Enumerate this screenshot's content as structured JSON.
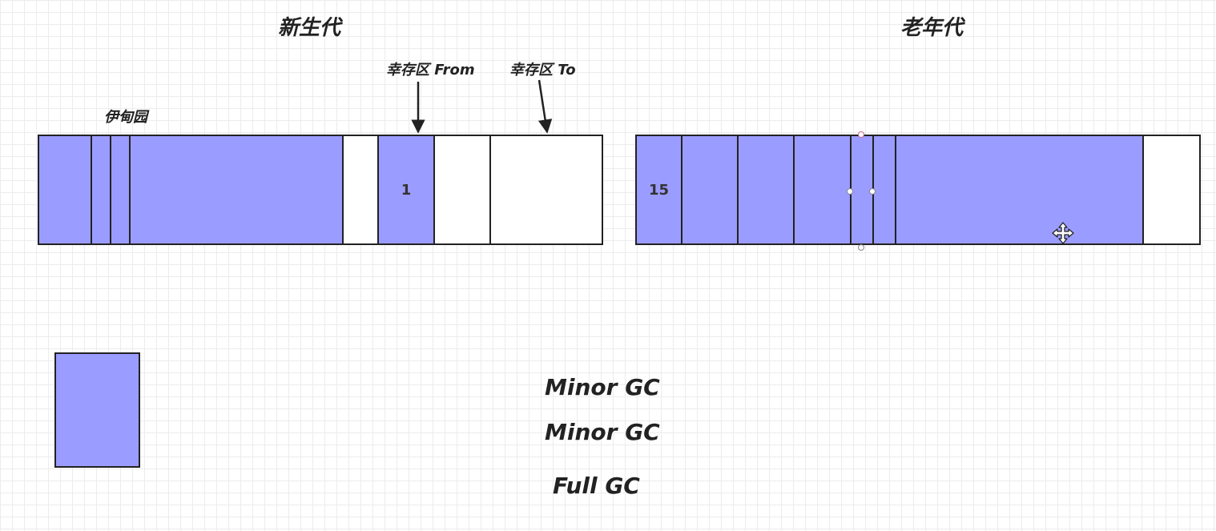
{
  "titles": {
    "young_generation": "新生代",
    "old_generation": "老年代"
  },
  "labels": {
    "eden": "伊甸园",
    "survivor_from": "幸存区 From",
    "survivor_to": "幸存区 To"
  },
  "young_bar": {
    "from_age": "1"
  },
  "old_bar": {
    "age": "15"
  },
  "gc_labels": [
    "Minor GC",
    "Minor GC",
    "Full GC"
  ],
  "colors": {
    "object_fill": "#9b9cff",
    "border": "#222222",
    "grid": "#ececec"
  },
  "icons": {
    "move_cursor": "move-icon"
  }
}
